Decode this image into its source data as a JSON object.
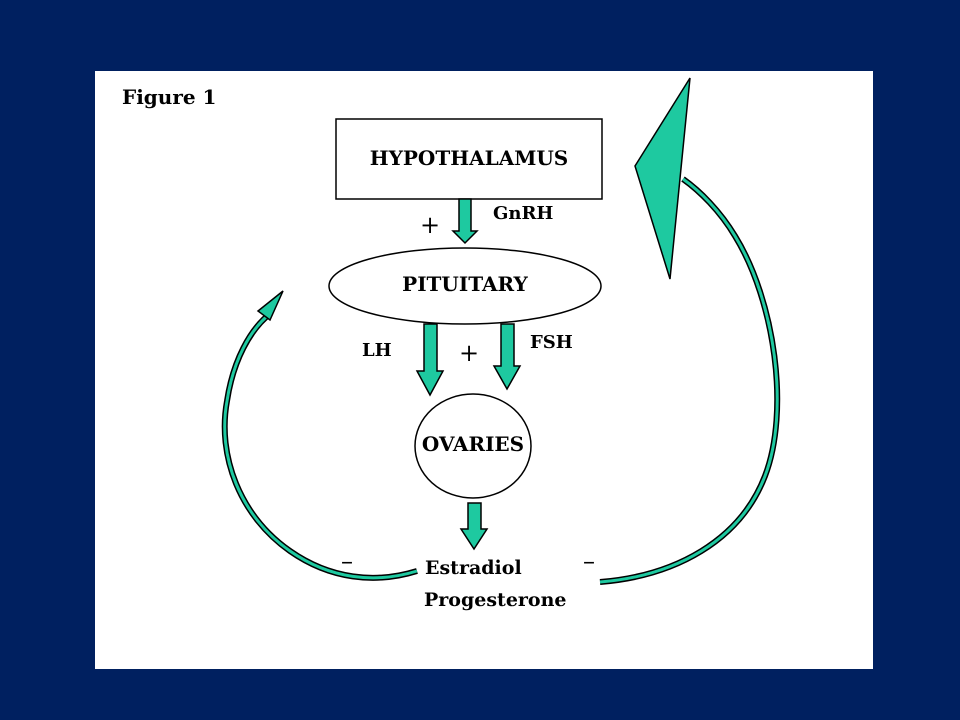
{
  "figure_label": "Figure 1",
  "nodes": {
    "hypothalamus": "HYPOTHALAMUS",
    "pituitary": "PITUITARY",
    "ovaries": "OVARIES"
  },
  "hormones": {
    "gnrh": "GnRH",
    "lh": "LH",
    "fsh": "FSH",
    "estradiol": "Estradiol",
    "progesterone": "Progesterone"
  },
  "signs": {
    "stimulation_upper": "+",
    "stimulation_lower": "+",
    "inhibition_left": "–",
    "inhibition_right": "–"
  },
  "colors": {
    "slide_background": "#002060",
    "panel_background": "#ffffff",
    "arrow_fill": "#1ec9a0",
    "arrow_outline": "#000000"
  }
}
